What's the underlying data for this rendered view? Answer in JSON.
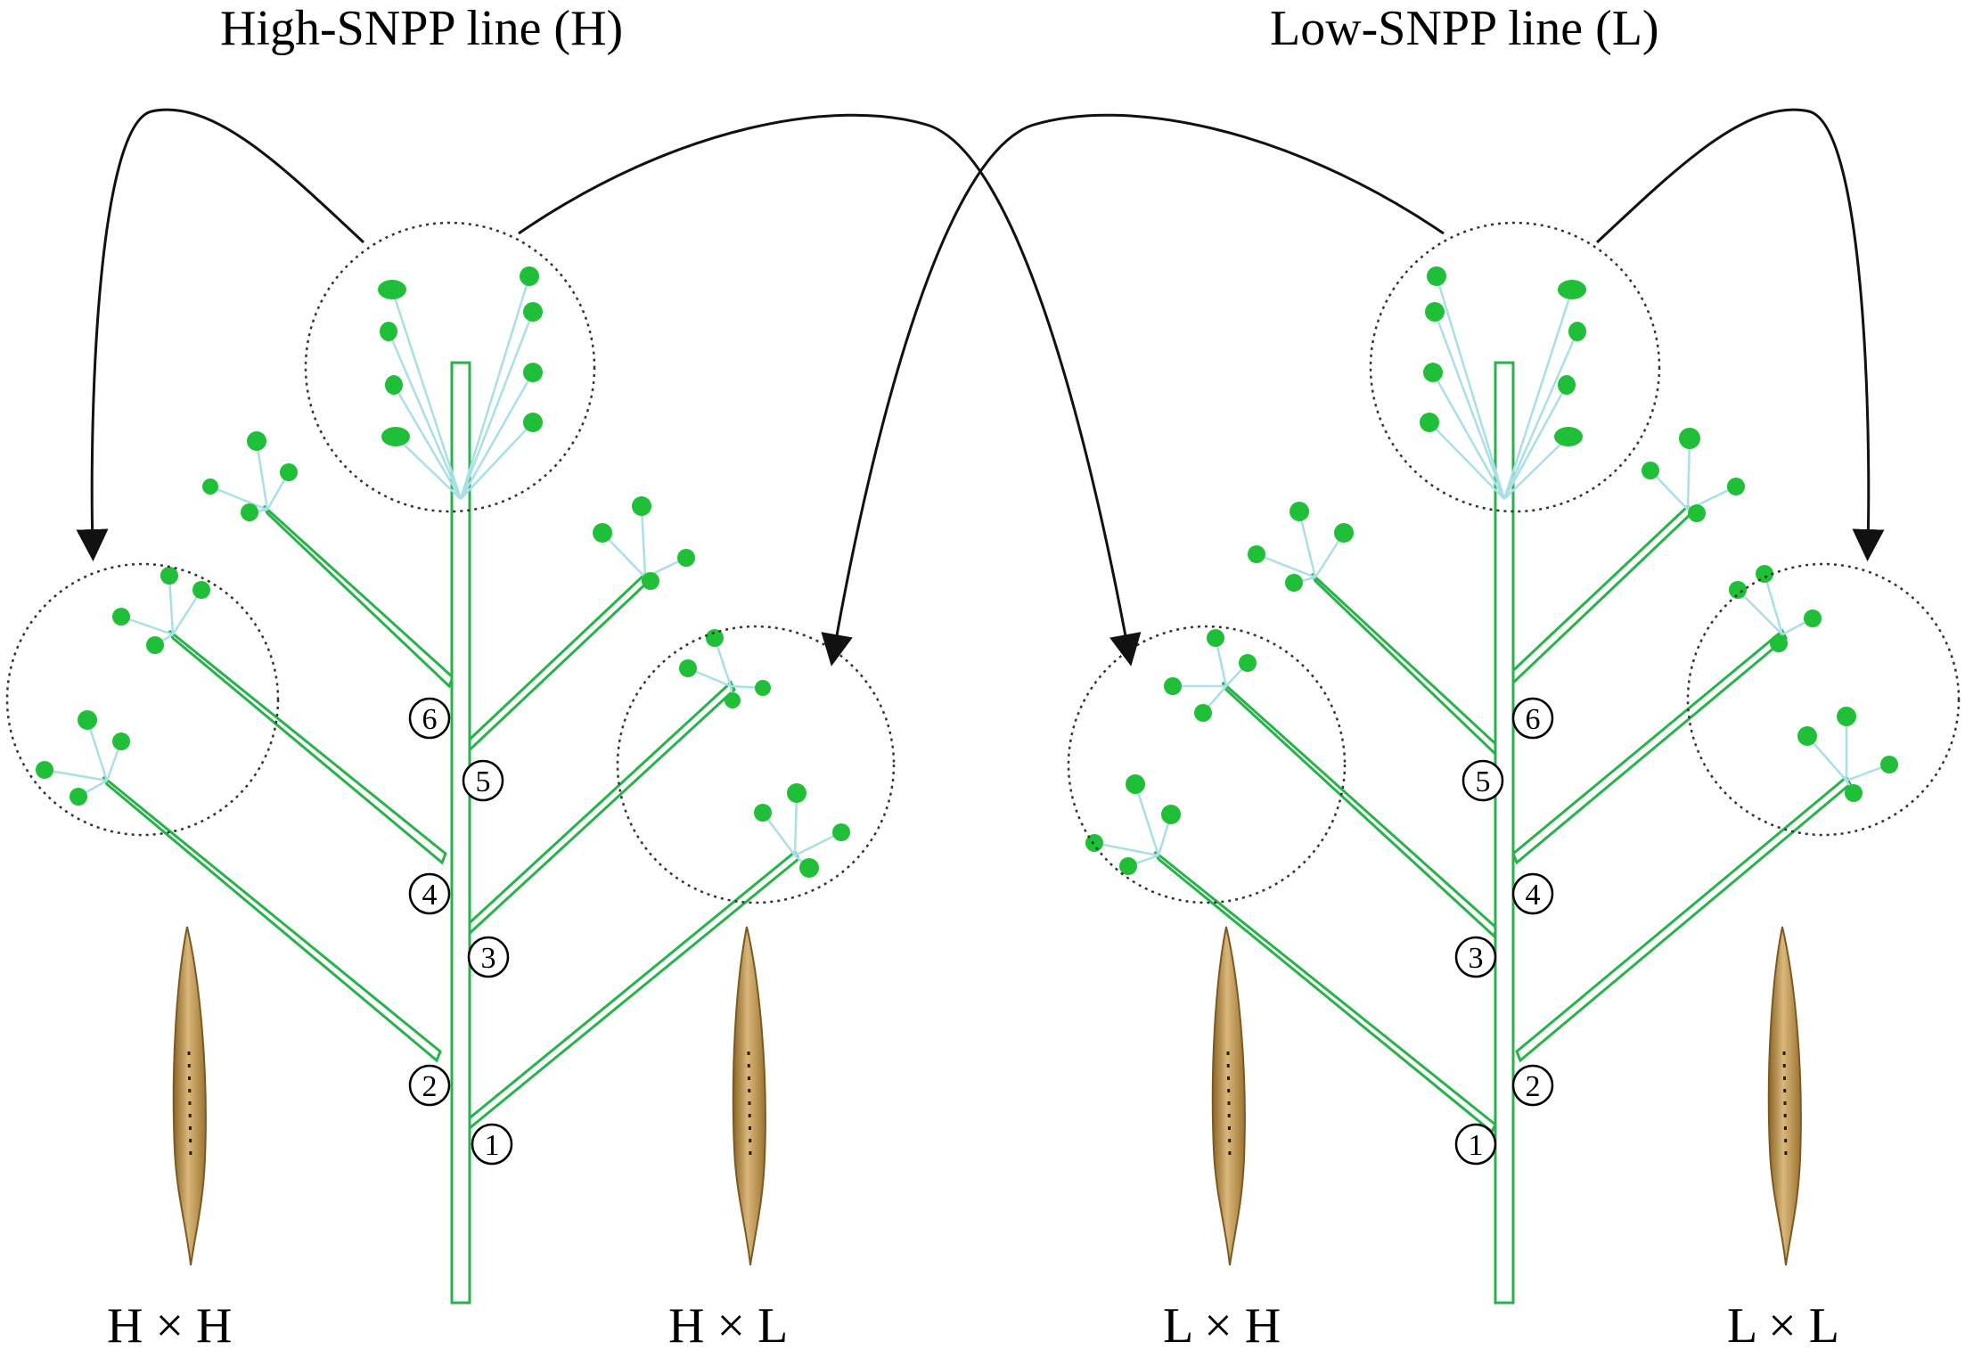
{
  "titles": {
    "high_line": "High-SNPP line (H)",
    "low_line": "Low-SNPP line (L)"
  },
  "cross_labels": {
    "hh": "H × H",
    "hl": "H × L",
    "lh": "L × H",
    "ll": "L × L"
  },
  "node_numbers": [
    "1",
    "2",
    "3",
    "4",
    "5",
    "6"
  ],
  "colors": {
    "stem": "#27b34a",
    "flower": "#1fbf38",
    "pedicel": "#a9dfe6",
    "arrow": "#111111",
    "pod": "#b48a3c"
  },
  "icons": {
    "pod": "silique-pod-icon",
    "node": "numbered-node-marker"
  }
}
